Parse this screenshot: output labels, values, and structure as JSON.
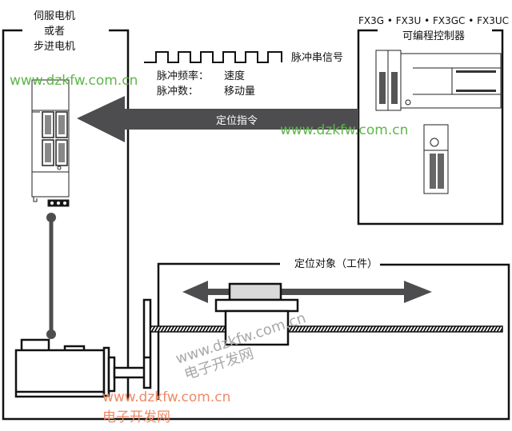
{
  "servo": {
    "title_line1": "伺服电机",
    "title_line2": "或者",
    "title_line3": "步进电机"
  },
  "plc": {
    "models": "FX3G • FX3U • FX3GC • FX3UC",
    "title": "可编程控制器"
  },
  "pulse": {
    "signal_label": "脉冲串信号",
    "freq_label": "脉冲频率：",
    "freq_value": "速度",
    "count_label": "脉冲数：",
    "count_value": "移动量"
  },
  "arrow": {
    "label": "定位指令"
  },
  "workpiece": {
    "title": "定位对象（工件）"
  },
  "watermarks": {
    "url": "www.dzkfw.com.cn",
    "site": "电子开发网"
  },
  "colors": {
    "arrow": "#4d4d4f",
    "watermark_green": "#5fb64a",
    "watermark_orange": "#ef8a66",
    "carriage": "#d9d9d9"
  }
}
